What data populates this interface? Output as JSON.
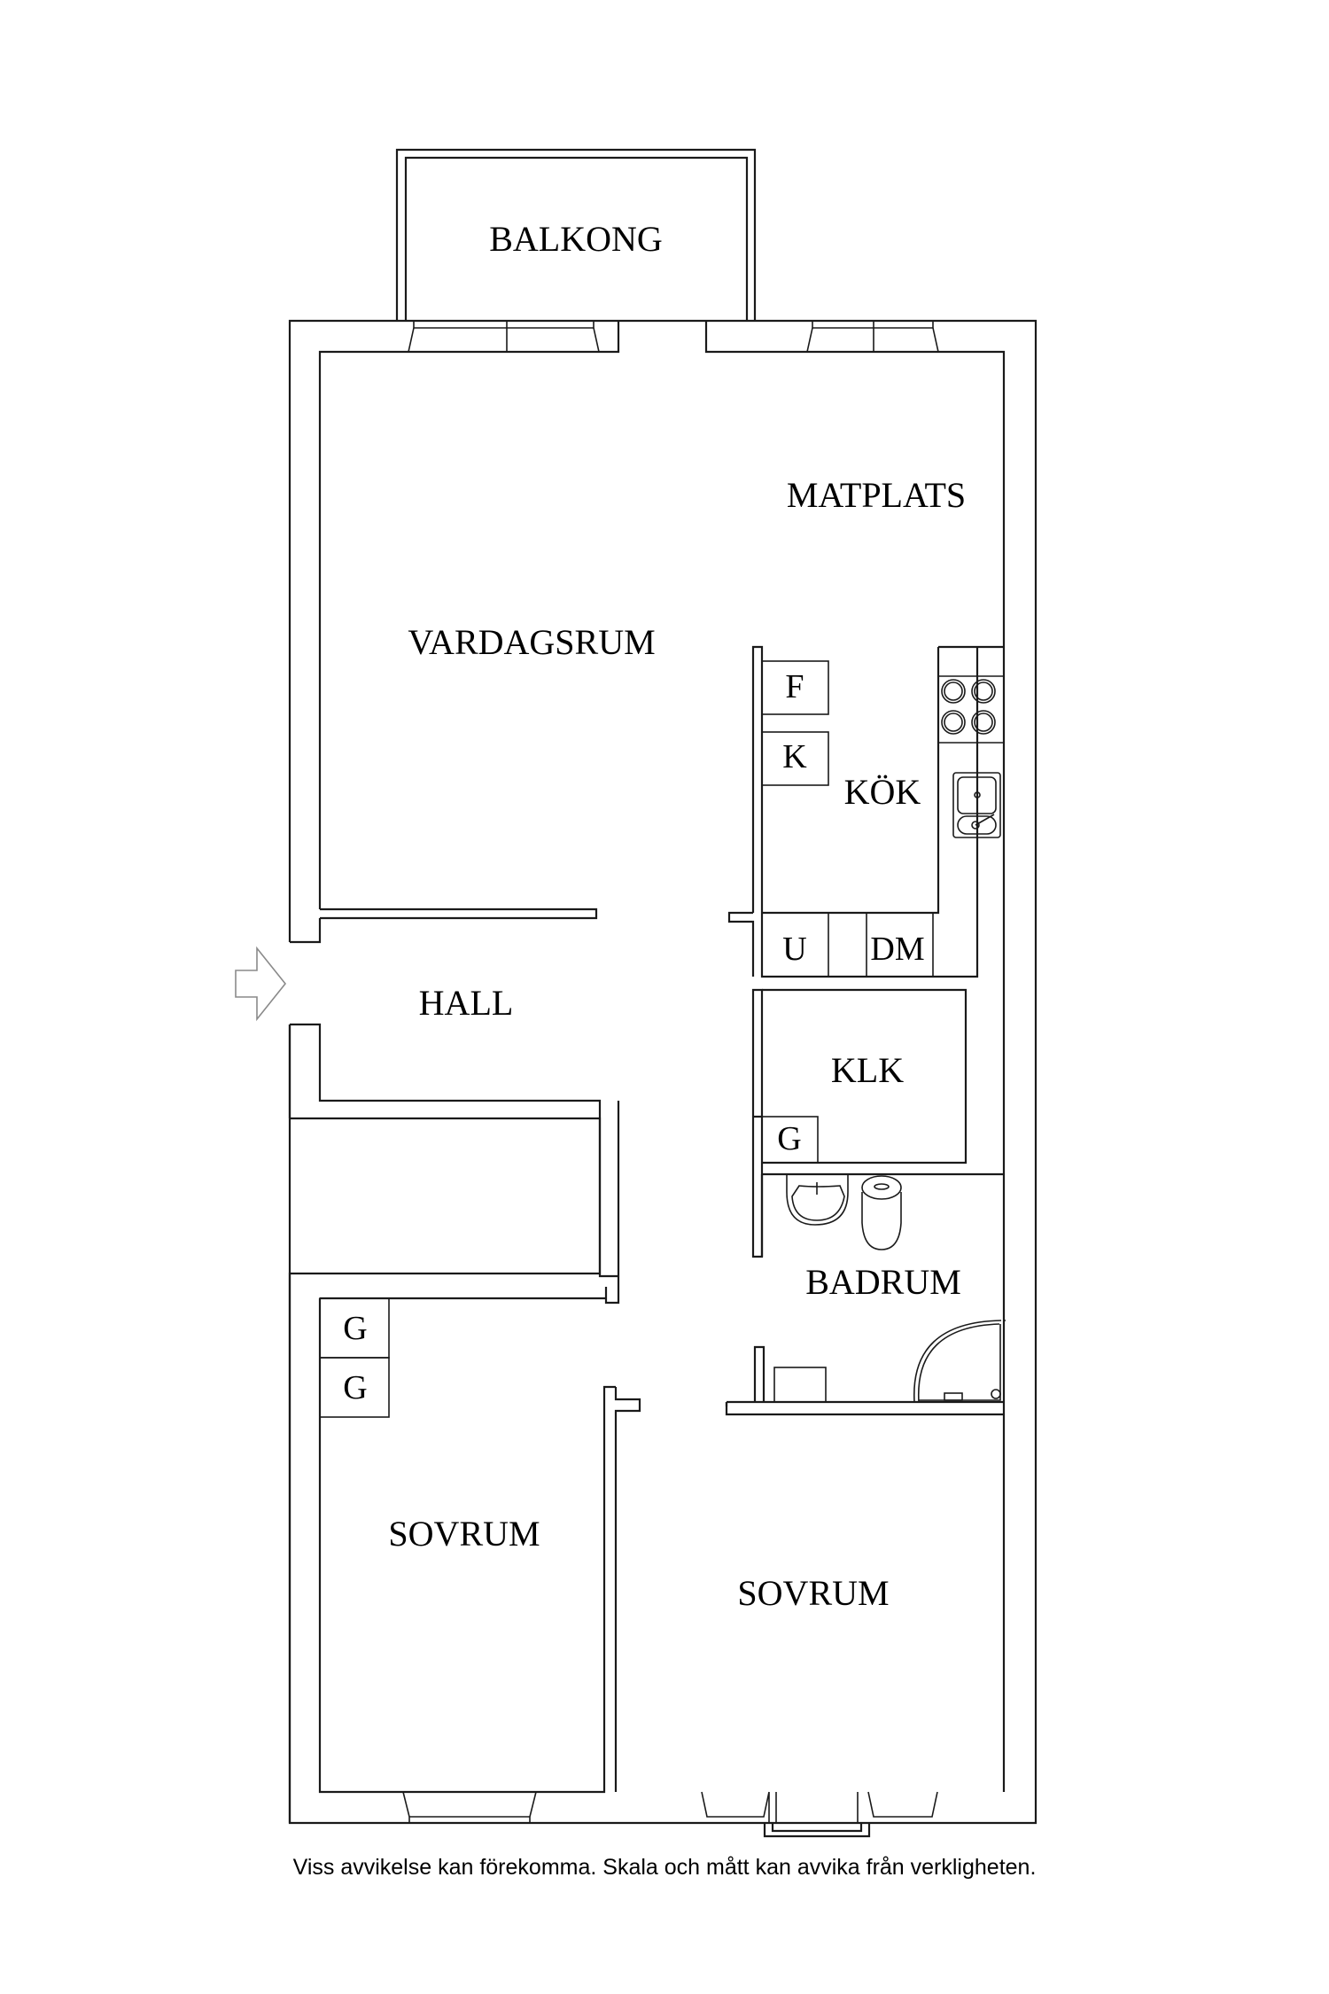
{
  "floorplan": {
    "rooms": {
      "balkong": "BALKONG",
      "matplats": "MATPLATS",
      "vardagsrum": "VARDAGSRUM",
      "kok": "KÖK",
      "hall": "HALL",
      "klk": "KLK",
      "badrum": "BADRUM",
      "sovrum_left": "SOVRUM",
      "sovrum_right": "SOVRUM"
    },
    "fixtures": {
      "fridge": "F",
      "freezer": "K",
      "oven": "U",
      "dishwasher": "DM",
      "closet_klk": "G",
      "closet_bedroom_1": "G",
      "closet_bedroom_2": "G"
    },
    "icons": {
      "entrance": "entrance-arrow-icon",
      "stove": "stove-icon",
      "kitchen_sink": "kitchen-sink-icon",
      "washbasin": "washbasin-icon",
      "toilet": "toilet-icon",
      "shower": "shower-icon"
    },
    "colors": {
      "line": "#1a1a1a",
      "background": "#ffffff",
      "arrow": "#8a8a8a"
    }
  },
  "footer": {
    "disclaimer": "Viss avvikelse kan förekomma. Skala och mått kan avvika från verkligheten."
  }
}
